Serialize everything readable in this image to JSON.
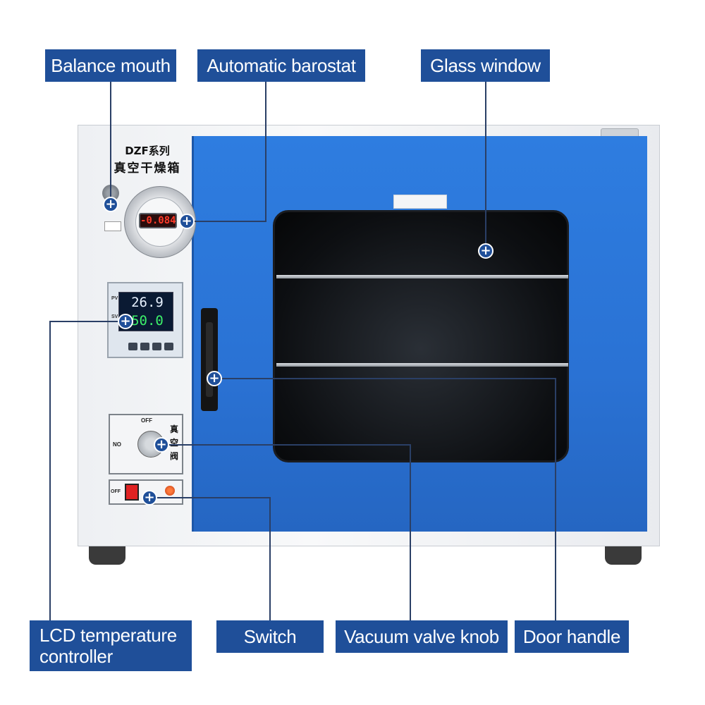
{
  "callouts": {
    "balance_mouth": "Balance mouth",
    "automatic_barostat": "Automatic barostat",
    "glass_window": "Glass window",
    "lcd_controller_line1": "LCD temperature",
    "lcd_controller_line2": "controller",
    "switch": "Switch",
    "vacuum_valve_knob": "Vacuum valve knob",
    "door_handle": "Door handle"
  },
  "device": {
    "model_series": "DZF系列",
    "model_name": "真空干燥箱",
    "gauge_reading": "-0.084",
    "pv_label": "PV",
    "sv_label": "SV",
    "pv_value": "26.9",
    "sv_value": "50.0",
    "valve_off": "OFF",
    "valve_on": "NO",
    "valve_cn_1": "真",
    "valve_cn_2": "空",
    "valve_cn_3": "阀",
    "switch_off": "OFF"
  },
  "colors": {
    "label_bg": "#1f4f99",
    "door_blue": "#2e7de0",
    "cabinet": "#eef0f3"
  }
}
